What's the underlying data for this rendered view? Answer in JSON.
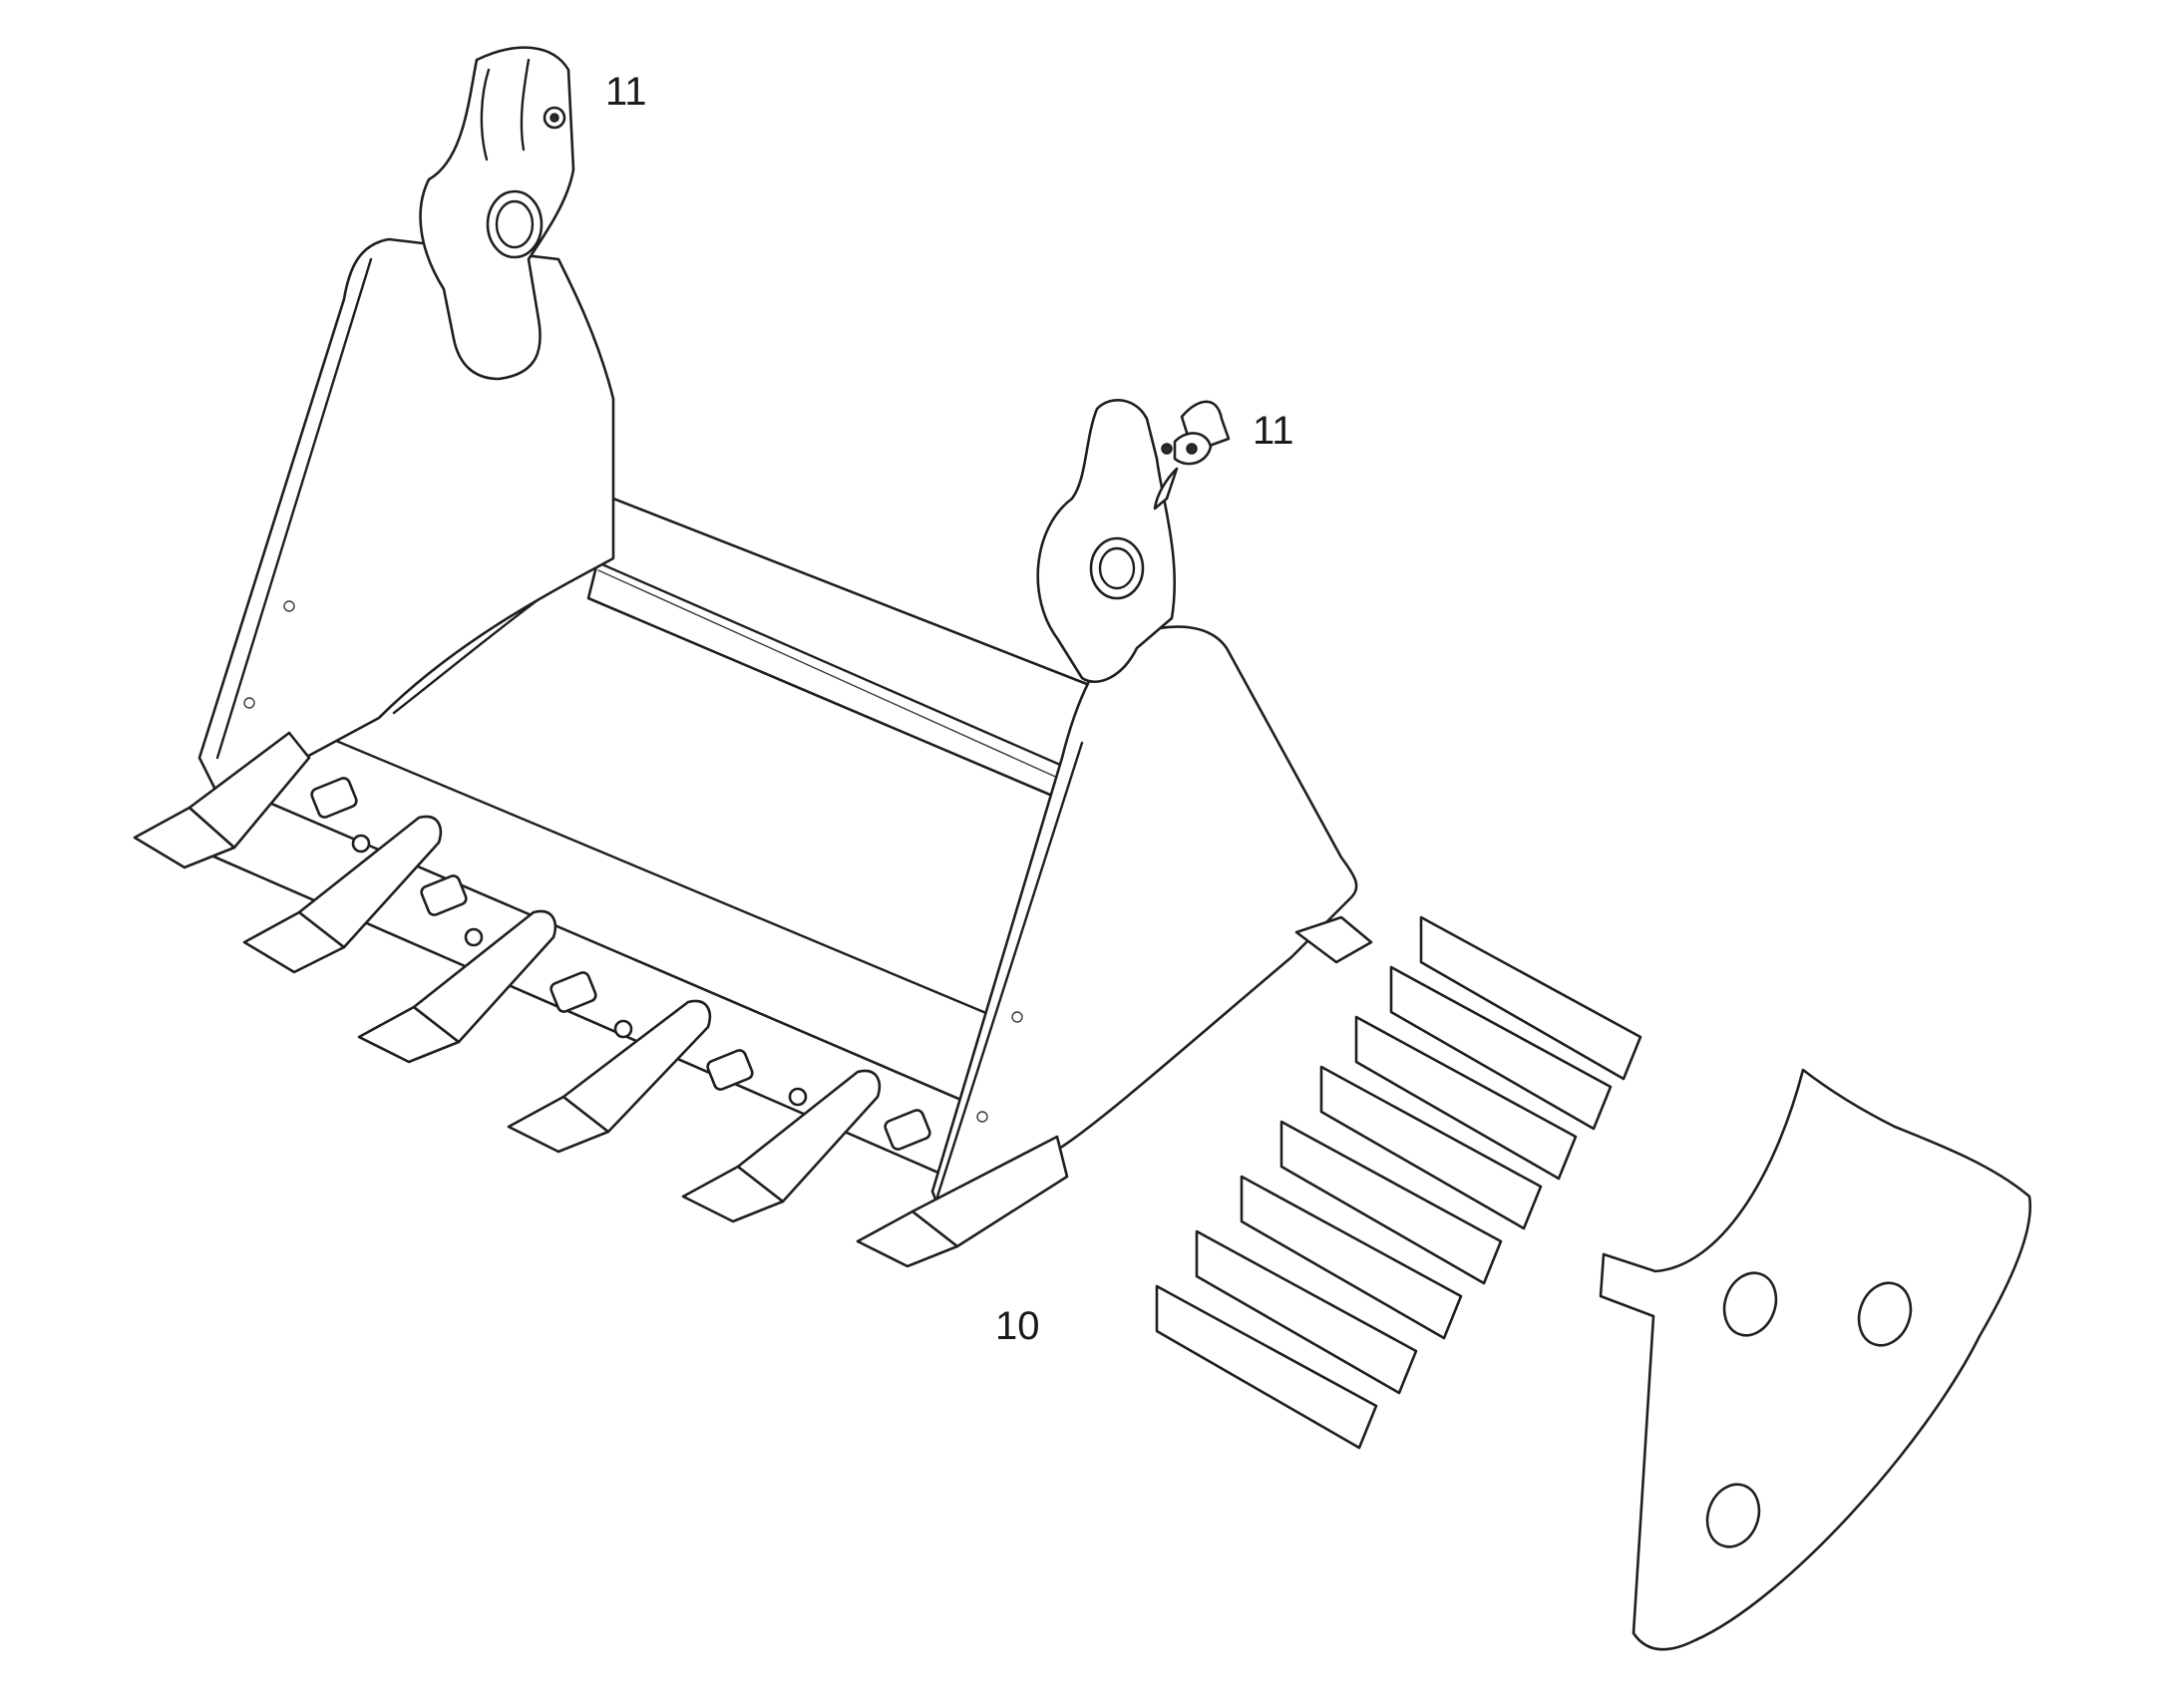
{
  "drawing": {
    "callouts": [
      {
        "id": "hinge-top-left",
        "text": "11"
      },
      {
        "id": "hinge-top-right",
        "text": "11"
      },
      {
        "id": "wear-strips",
        "text": "10"
      }
    ]
  }
}
